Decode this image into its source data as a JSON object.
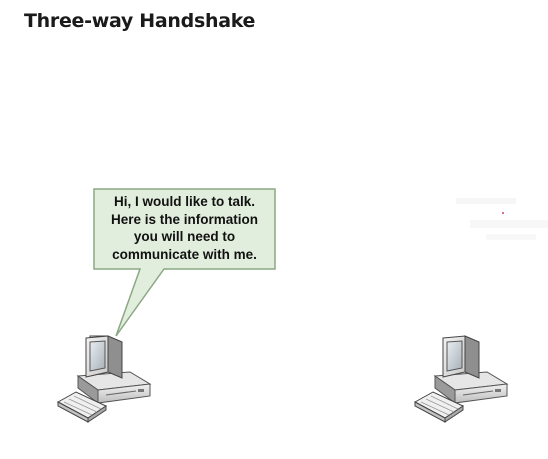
{
  "slide": {
    "title": "Three-way Handshake"
  },
  "bubble": {
    "lines": [
      "Hi, I would like to talk.",
      "Here is the information",
      "you will need to",
      "communicate with me."
    ],
    "fill_color": "#e2eedd",
    "border_color": "#8aa883"
  },
  "computers": {
    "left": {
      "icon": "desktop-computer-icon"
    },
    "right": {
      "icon": "desktop-computer-icon"
    }
  }
}
